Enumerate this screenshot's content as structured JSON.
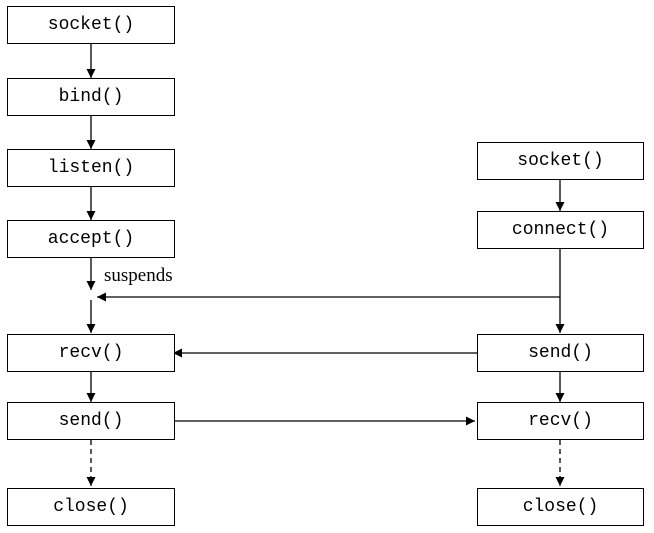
{
  "server": {
    "socket": "socket()",
    "bind": "bind()",
    "listen": "listen()",
    "accept": "accept()",
    "recv": "recv()",
    "send": "send()",
    "close": "close()"
  },
  "client": {
    "socket": "socket()",
    "connect": "connect()",
    "send": "send()",
    "recv": "recv()",
    "close": "close()"
  },
  "annotation": {
    "suspends": "suspends"
  },
  "colors": {
    "line": "#000000",
    "background": "#ffffff"
  }
}
